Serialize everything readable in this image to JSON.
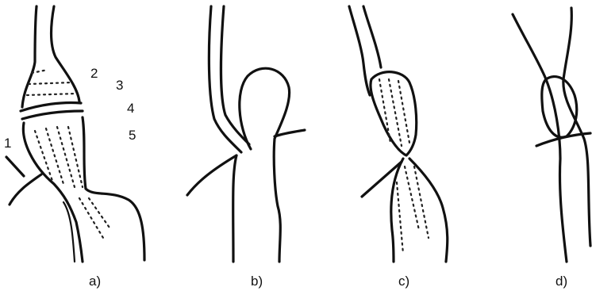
{
  "panels": [
    {
      "id": "a",
      "caption": "a)",
      "numbers": [
        "1",
        "2",
        "3",
        "4",
        "5"
      ]
    },
    {
      "id": "b",
      "caption": "b)"
    },
    {
      "id": "c",
      "caption": "c)"
    },
    {
      "id": "d",
      "caption": "d)"
    }
  ],
  "colors": {
    "ink": "#111111",
    "background": "#ffffff"
  }
}
